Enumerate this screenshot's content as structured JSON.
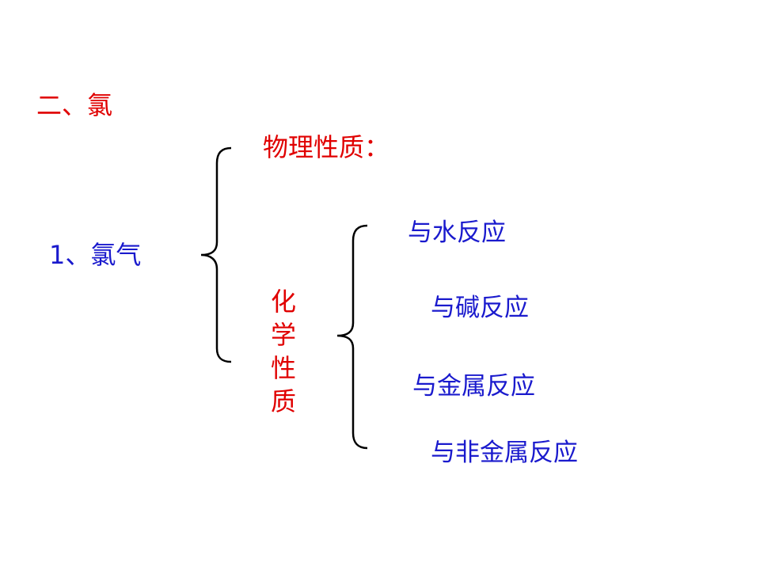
{
  "slide": {
    "section_heading": "二、氯",
    "topic": "1、氯气",
    "branches": {
      "physical": "物理性质：",
      "chemical": "化学性质"
    },
    "chemical_properties": [
      "与水反应",
      "与碱反应",
      "与金属反应",
      "与非金属反应"
    ]
  },
  "colors": {
    "heading_red": "#e00000",
    "text_blue": "#1a1acd",
    "brace_black": "#000000",
    "background": "#ffffff"
  }
}
